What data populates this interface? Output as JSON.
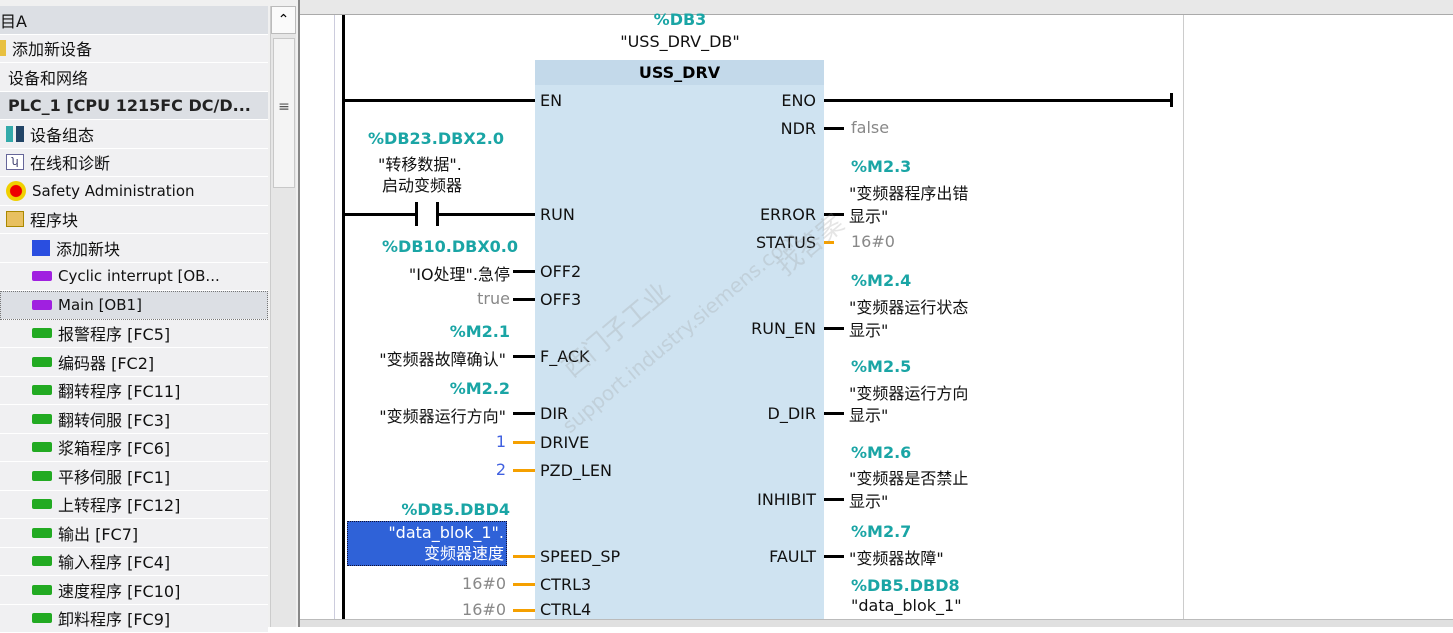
{
  "sidebar": {
    "items": [
      {
        "label": "目A"
      },
      {
        "label": "添加新设备"
      },
      {
        "label": "设备和网络"
      },
      {
        "label": "PLC_1 [CPU 1215FC DC/D..."
      },
      {
        "label": "设备组态"
      },
      {
        "label": "在线和诊断"
      },
      {
        "label": "Safety Administration"
      },
      {
        "label": "程序块"
      },
      {
        "label": "添加新块"
      },
      {
        "label": "Cyclic interrupt [OB..."
      },
      {
        "label": "Main [OB1]"
      },
      {
        "label": "报警程序 [FC5]"
      },
      {
        "label": "编码器 [FC2]"
      },
      {
        "label": "翻转程序 [FC11]"
      },
      {
        "label": "翻转伺服 [FC3]"
      },
      {
        "label": "浆箱程序 [FC6]"
      },
      {
        "label": "平移伺服 [FC1]"
      },
      {
        "label": "上转程序 [FC12]"
      },
      {
        "label": "输出 [FC7]"
      },
      {
        "label": "输入程序 [FC4]"
      },
      {
        "label": "速度程序 [FC10]"
      },
      {
        "label": "卸料程序 [FC9]"
      }
    ]
  },
  "block": {
    "db": "%DB3",
    "db_name": "\"USS_DRV_DB\"",
    "name": "USS_DRV",
    "inputs": [
      {
        "pin": "EN"
      },
      {
        "pin": "RUN",
        "addr": "%DB23.DBX2.0",
        "tag1": "\"转移数据\".",
        "tag2": "启动变频器"
      },
      {
        "pin": "OFF2",
        "addr": "%DB10.DBX0.0",
        "tag1": "\"IO处理\".急停"
      },
      {
        "pin": "OFF3",
        "value": "true"
      },
      {
        "pin": "F_ACK",
        "addr": "%M2.1",
        "tag1": "\"变频器故障确认\""
      },
      {
        "pin": "DIR",
        "addr": "%M2.2",
        "tag1": "\"变频器运行方向\""
      },
      {
        "pin": "DRIVE",
        "value": "1"
      },
      {
        "pin": "PZD_LEN",
        "value": "2"
      },
      {
        "pin": "SPEED_SP",
        "addr": "%DB5.DBD4",
        "tag1": "\"data_blok_1\".",
        "tag2": "变频器速度"
      },
      {
        "pin": "CTRL3",
        "value": "16#0"
      },
      {
        "pin": "CTRL4",
        "value": "16#0"
      }
    ],
    "outputs": [
      {
        "pin": "ENO"
      },
      {
        "pin": "NDR",
        "value": "false"
      },
      {
        "pin": "ERROR",
        "addr": "%M2.3",
        "tag1": "\"变频器程序出错",
        "tag2": "显示\""
      },
      {
        "pin": "STATUS",
        "value": "16#0"
      },
      {
        "pin": "RUN_EN",
        "addr": "%M2.4",
        "tag1": "\"变频器运行状态",
        "tag2": "显示\""
      },
      {
        "pin": "D_DIR",
        "addr": "%M2.5",
        "tag1": "\"变频器运行方向",
        "tag2": "显示\""
      },
      {
        "pin": "INHIBIT",
        "addr": "%M2.6",
        "tag1": "\"变频器是否禁止",
        "tag2": "显示\""
      },
      {
        "pin": "FAULT",
        "addr": "%M2.7",
        "tag1": "\"变频器故障\""
      },
      {
        "addr": "%DB5.DBD8",
        "tag1": "\"data_blok_1\""
      }
    ]
  },
  "watermark": [
    "西门子工业",
    "support.industry.siemens.com",
    "找答案"
  ]
}
